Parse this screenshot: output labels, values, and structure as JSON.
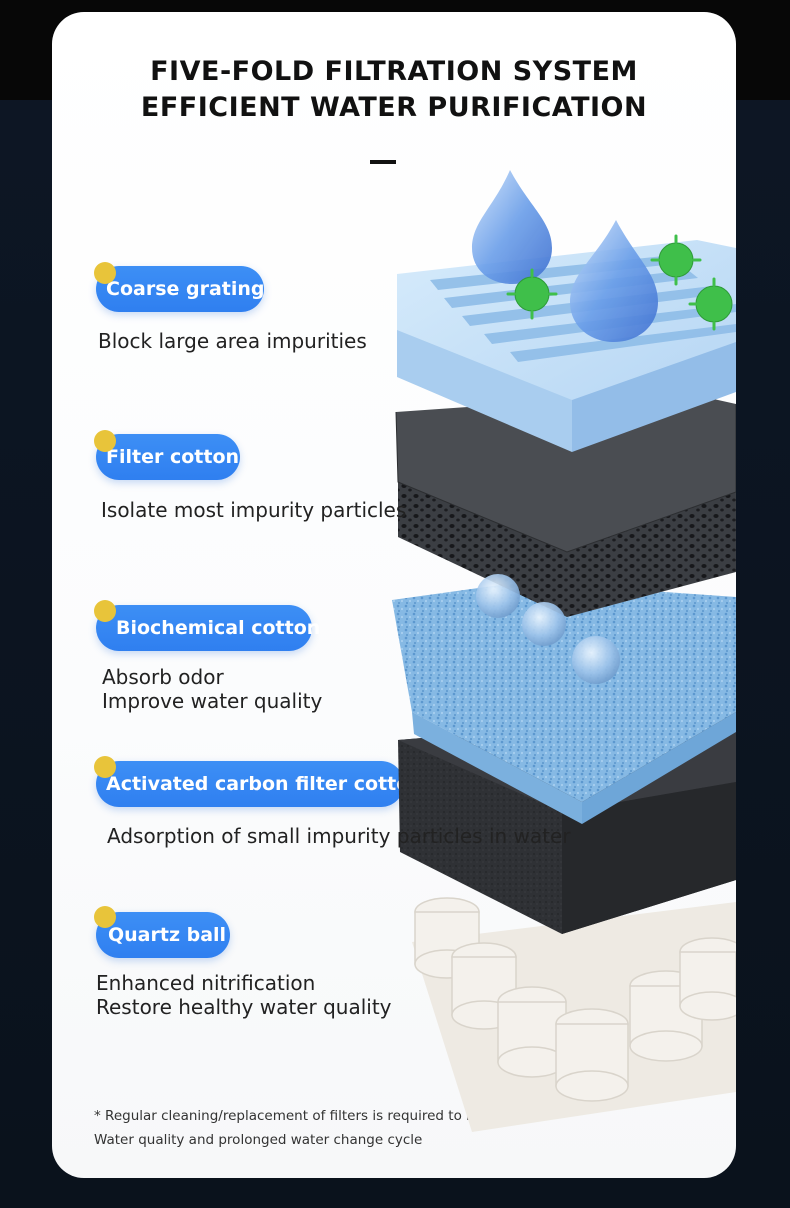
{
  "header": {
    "title_line1": "FIVE-FOLD FILTRATION SYSTEM",
    "title_line2": "EFFICIENT WATER PURIFICATION"
  },
  "layers": [
    {
      "label": "Coarse grating",
      "desc1": "Block large area impurities",
      "desc2": ""
    },
    {
      "label": "Filter cotton",
      "desc1": "Isolate most impurity particles",
      "desc2": ""
    },
    {
      "label": "Biochemical cotton",
      "desc1": "Absorb odor",
      "desc2": "Improve water quality"
    },
    {
      "label": "Activated carbon filter cotton",
      "desc1": "Adsorption of small impurity particles in water",
      "desc2": ""
    },
    {
      "label": "Quartz ball",
      "desc1": "Enhanced nitrification",
      "desc2": "Restore healthy water quality"
    }
  ],
  "footnote": {
    "line1": "* Regular cleaning/replacement of filters is required to help lift",
    "line2": "Water quality and prolonged water change cycle"
  },
  "colors": {
    "pill_blue": "#3088f2",
    "dot_yellow": "#e8c43a",
    "grating_blue": "#bcdcf6",
    "sponge_dark": "#3a3d42",
    "sponge_blue": "#7fb3e0",
    "carbon": "#2e3034",
    "quartz": "#f2efe9",
    "germ_green": "#3fbf4a"
  }
}
